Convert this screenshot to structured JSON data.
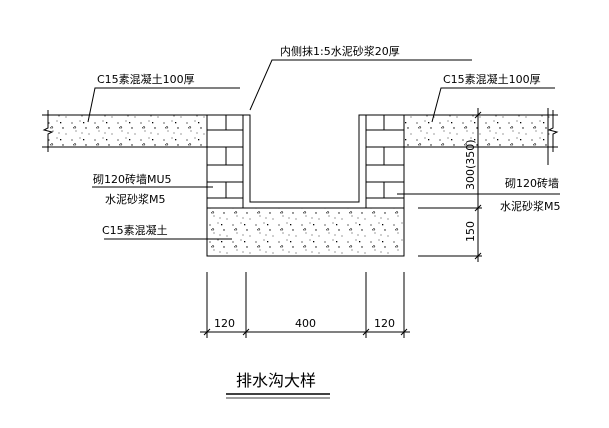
{
  "labels": {
    "top_left_slab": "C15素混凝土100厚",
    "top_center_plaster": "内侧抹1:5水泥砂浆20厚",
    "top_right_slab": "C15素混凝土100厚",
    "left_wall_line1": "砌120砖墙MU5",
    "left_wall_line2": "水泥砂浆M5",
    "base_concrete": "C15素混凝土",
    "right_wall_line1": "砌120砖墙",
    "right_wall_line2": "水泥砂浆M5"
  },
  "dimensions": {
    "height_wall": "300(350)",
    "height_base": "150",
    "width_left_wall": "120",
    "width_channel": "400",
    "width_right_wall": "120"
  },
  "title": "排水沟大样"
}
